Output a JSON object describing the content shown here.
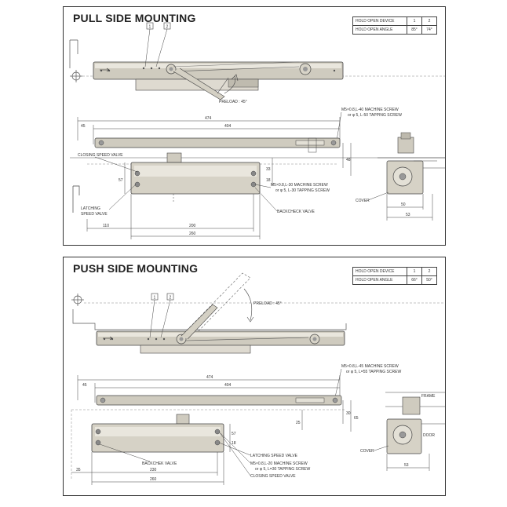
{
  "pull": {
    "title": "PULL SIDE MOUNTING",
    "table": {
      "row1": {
        "label": "HOLD OPEN DEVICE",
        "c1": "1",
        "c2": "2"
      },
      "row2": {
        "label": "HOLD OPEN ANGLE",
        "c1": "85°",
        "c2": "74°"
      }
    },
    "callout1": "1",
    "callout2": "2",
    "preload": "PRELOAD : 45°",
    "screw_note_1": "M5×0.8,L-40 MACHINE SCREW",
    "screw_note_2": "or φ 5, L-50 TAPPING SCREW",
    "dim_474": "474",
    "dim_45": "45",
    "dim_404": "404",
    "closing_speed_valve": "CLOSING SPEED VALVE",
    "dim_57": "57",
    "dim_33": "33",
    "dim_18": "18",
    "dim_48": "48",
    "screw2_note_1": "M5×0.8,L-30 MACHINE SCREW",
    "screw2_note_2": "or φ 5, L-30 TAPPING SCREW",
    "latching_1": "LATCHING",
    "latching_2": "SPEED VALVE",
    "backcheck_valve": "BACKCHECK VALVE",
    "cover": "COVER",
    "dim_110": "110",
    "dim_200": "200",
    "dim_260": "260",
    "dim_50": "50",
    "dim_53": "53"
  },
  "push": {
    "title": "PUSH SIDE MOUNTING",
    "table": {
      "row1": {
        "label": "HOLD OPEN DEVICE",
        "c1": "1",
        "c2": "2"
      },
      "row2": {
        "label": "HOLD OPEN ANGLE",
        "c1": "66°",
        "c2": "50°"
      }
    },
    "callout1": "1",
    "callout2": "2",
    "preload": "PRELOAD : 45°",
    "screw_note_1": "M5×0.8,L-45 MACHINE SCREW",
    "screw_note_2": "or φ 5, L=55 TAPPING SCREW",
    "dim_474": "474",
    "dim_45": "45",
    "dim_404": "404",
    "frame": "FRAME",
    "door": "DOOR",
    "cover": "COVER",
    "dim_30": "30",
    "dim_65": "65",
    "dim_25": "25",
    "dim_57": "57",
    "dim_18": "18",
    "latching_speed_valve": "LATCHING SPEED VALVE",
    "screw2_note_1": "M5×0.8,L-20 MACHINE SCREW",
    "screw2_note_2": "or φ 5, L=30 TAPPING SCREW",
    "closing_speed_valve": "CLOSING SPEED VALVE",
    "backcheck_valve": "BACKCHEK VALVE",
    "dim_35": "35",
    "dim_230": "230",
    "dim_260": "260",
    "dim_53": "53"
  }
}
